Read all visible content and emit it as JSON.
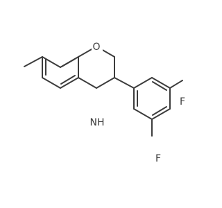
{
  "molecule": {
    "atoms": {
      "oxygen": "O",
      "nitrogen_h": "NH",
      "fluorine_top": "F",
      "fluorine_bottom": "F"
    }
  },
  "colors": {
    "bond": "#3c3c3c",
    "label": "#3c3c3c",
    "background": "#ffffff"
  }
}
